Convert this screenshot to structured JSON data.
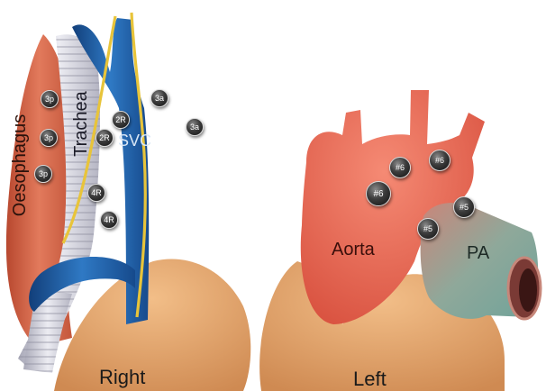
{
  "panels": {
    "right": {
      "caption": "Right",
      "labels": {
        "oesophagus": "Oesophagus",
        "trachea": "Trachea",
        "svc": "SVC"
      },
      "nodes": {
        "n3p_a": "3p",
        "n3p_b": "3p",
        "n3p_c": "3p",
        "n2r_a": "2R",
        "n2r_b": "2R",
        "n4r_a": "4R",
        "n4r_b": "4R",
        "n3a_a": "3a",
        "n3a_b": "3a"
      }
    },
    "left": {
      "caption": "Left",
      "labels": {
        "aorta": "Aorta",
        "pa": "PA"
      },
      "nodes": {
        "n6_a": "#6",
        "n6_b": "#6",
        "n6_c": "#6",
        "n5_a": "#5",
        "n5_b": "#5"
      }
    }
  },
  "colors": {
    "oesophagus": "#d9654a",
    "trachea": "#c9c9d6",
    "svc": "#1f5fa8",
    "nerve": "#e8c43a",
    "heart_tissue": "#e8a76a",
    "aorta": "#e8604e",
    "pa": "#8fa89a"
  }
}
